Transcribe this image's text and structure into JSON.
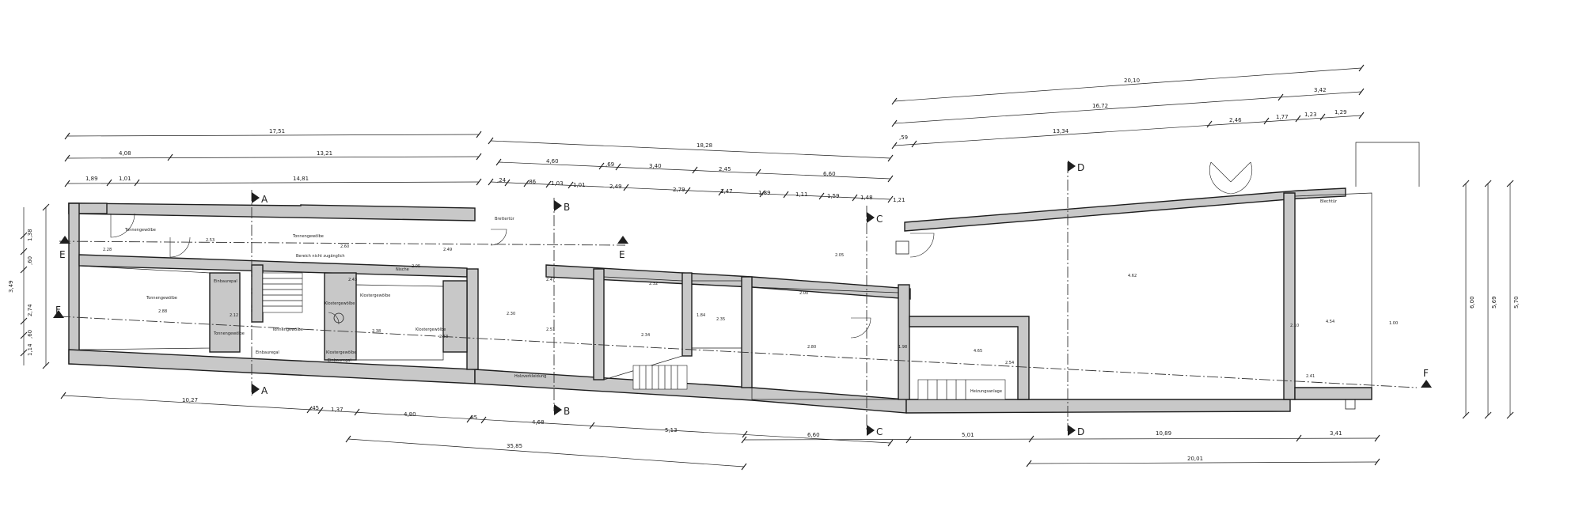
{
  "drawing": {
    "type": "architectural-floor-plan",
    "dimensions_top": [
      "17,51",
      "4,08",
      "13,21",
      "1,89",
      "1,01",
      "14,81",
      "18,28",
      "4,60",
      ",69",
      "3,40",
      "2,45",
      "6,60",
      ",24",
      ",86",
      "1,03",
      "1,01",
      "2,49",
      "2,79",
      "1,47",
      "1,89",
      "1,11",
      "1,59",
      "1,48",
      "1,21",
      "20,10",
      "16,72",
      "3,42",
      ",59",
      "13,34",
      "2,46",
      "1,77",
      "1,23",
      "1,29"
    ],
    "dimensions_bottom": [
      "10,27",
      ",45",
      "1,37",
      "4,80",
      ",85",
      "4,68",
      "5,13",
      "35,85",
      "6,60",
      "5,01",
      "10,89",
      "3,41",
      "20,01"
    ],
    "dimensions_left": [
      "1,38",
      ",60",
      "3,49",
      "2,74",
      ",60",
      "1,14"
    ],
    "dimensions_right": [
      "6,00",
      "5,69",
      "5,70"
    ],
    "section_markers": [
      "A",
      "B",
      "C",
      "D",
      "E",
      "F"
    ],
    "room_labels": {
      "r1": "Tonnengewölbe",
      "r2": "Tonnengewölbe",
      "r3": "Tonnengewölbe",
      "r4": "Tonnengewölbe",
      "r5": "Einbaurepal",
      "r6": "Bereich nicht zugänglich",
      "r7": "Klostergewölbe",
      "r8": "Nische",
      "r9": "Klostergewölbe",
      "r10": "Klostergewölbe",
      "r11": "Tonnengewölbe",
      "r12": "Einbauregal",
      "r13": "Einbauregal",
      "r14": "Klostergewölbe",
      "r15": "Holzverkleidung",
      "r16": "Heizungsanlage",
      "r17": "Brettertür",
      "r18": "Blechtür"
    },
    "room_values": [
      "2.28",
      "2.53",
      "2.60",
      "2.49",
      "2.88",
      "2.12",
      "2.05",
      "2.43",
      "2.38",
      "2.53",
      "2.30",
      "2.51",
      "2.47",
      "2.34",
      "2.32",
      "1.84",
      "2.35",
      "2.00",
      "4.62",
      "2.05",
      "2.80",
      "4.65",
      "2.54",
      "1.98",
      "2.41",
      "4.54",
      "2.10",
      "1.00"
    ]
  }
}
